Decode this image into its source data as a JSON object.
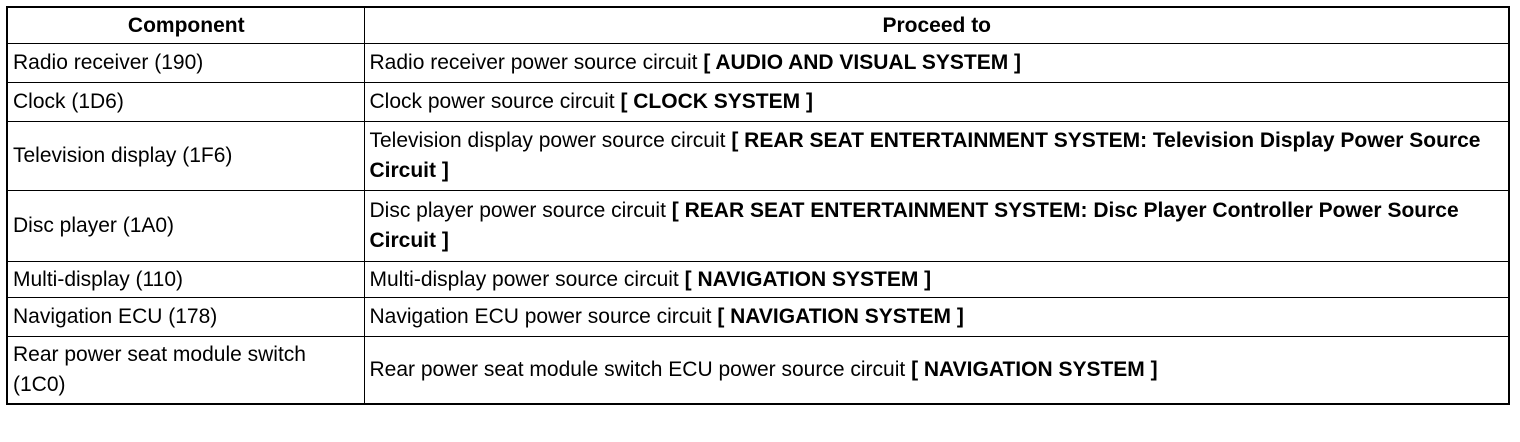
{
  "table": {
    "headers": {
      "component": "Component",
      "proceed_to": "Proceed to"
    },
    "rows": [
      {
        "component": "Radio receiver (190)",
        "circuit": "Radio receiver power source circuit",
        "reference": "[ AUDIO AND VISUAL SYSTEM ]"
      },
      {
        "component": "Clock (1D6)",
        "circuit": "Clock power source circuit",
        "reference": "[ CLOCK SYSTEM ]"
      },
      {
        "component": "Television display (1F6)",
        "circuit": "Television display power source circuit",
        "reference": "[ REAR SEAT ENTERTAINMENT SYSTEM: Television Display Power Source Circuit ]"
      },
      {
        "component": "Disc player (1A0)",
        "circuit": "Disc player power source circuit",
        "reference": "[ REAR SEAT ENTERTAINMENT SYSTEM: Disc Player Controller Power Source Circuit ]"
      },
      {
        "component": "Multi-display (110)",
        "circuit": "Multi-display power source circuit",
        "reference": "[ NAVIGATION SYSTEM ]"
      },
      {
        "component": "Navigation ECU (178)",
        "circuit": "Navigation ECU power source circuit",
        "reference": "[ NAVIGATION SYSTEM ]"
      },
      {
        "component": "Rear power seat module switch (1C0)",
        "circuit": "Rear power seat module switch ECU power source circuit",
        "reference": "[ NAVIGATION SYSTEM ]"
      }
    ]
  }
}
